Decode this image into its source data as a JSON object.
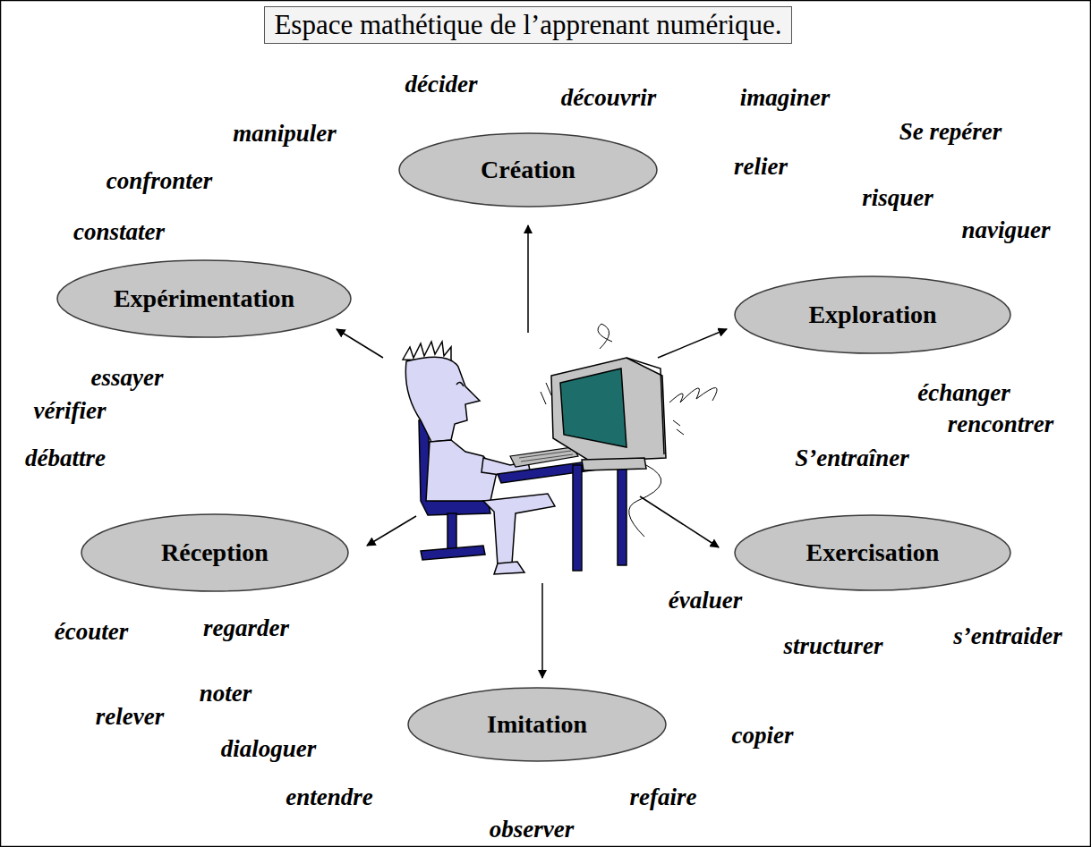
{
  "diagram": {
    "title": "Espace mathétique de l’apprenant numérique.",
    "nodes": [
      {
        "text": [
          "Création"
        ]
      },
      {
        "text": [
          "Expérimentation"
        ]
      },
      {
        "text": [
          "Exploration"
        ]
      },
      {
        "text": [
          "Réception"
        ]
      },
      {
        "text": [
          "Exercisation"
        ]
      },
      {
        "text": [
          "Imitation"
        ]
      }
    ],
    "labels": [
      "décider",
      "découvrir",
      "imaginer",
      "manipuler",
      "Se repérer",
      "relier",
      "confronter",
      "risquer",
      "constater",
      "naviguer",
      "essayer",
      "vérifier",
      "débattre",
      "échanger",
      "rencontrer",
      "S’entraîner",
      "évaluer",
      "écouter",
      "regarder",
      "s’entraider",
      "structurer",
      "noter",
      "relever",
      "copier",
      "dialoguer",
      "entendre",
      "refaire",
      "observer"
    ]
  }
}
